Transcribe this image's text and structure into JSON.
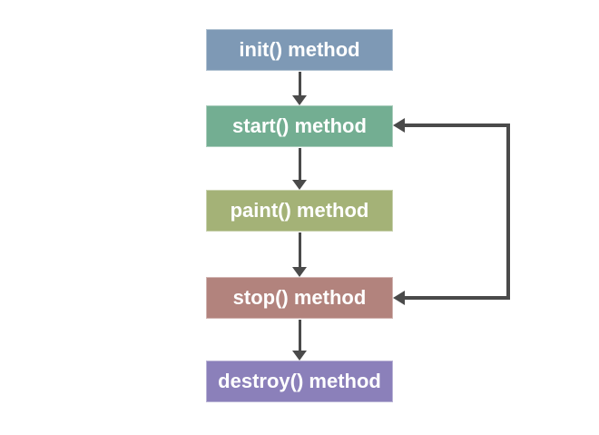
{
  "diagram": {
    "type": "flowchart",
    "background": "#ffffff",
    "arrow_color": "#4a4a4a",
    "text_color": "#ffffff",
    "nodes": [
      {
        "id": "init",
        "label": "init() method",
        "color": "#7e99b5"
      },
      {
        "id": "start",
        "label": "start() method",
        "color": "#73ae92"
      },
      {
        "id": "paint",
        "label": "paint() method",
        "color": "#a4b277"
      },
      {
        "id": "stop",
        "label": "stop() method",
        "color": "#b2837d"
      },
      {
        "id": "destroy",
        "label": "destroy() method",
        "color": "#8b80ba"
      }
    ],
    "edges": [
      {
        "from": "init",
        "to": "start",
        "style": "arrow-down"
      },
      {
        "from": "start",
        "to": "paint",
        "style": "arrow-down"
      },
      {
        "from": "paint",
        "to": "stop",
        "style": "arrow-down"
      },
      {
        "from": "stop",
        "to": "destroy",
        "style": "arrow-down"
      },
      {
        "from": "right-side-loop",
        "to": "start",
        "style": "arrow-left"
      },
      {
        "from": "right-side-loop",
        "to": "stop",
        "style": "arrow-left"
      }
    ]
  }
}
